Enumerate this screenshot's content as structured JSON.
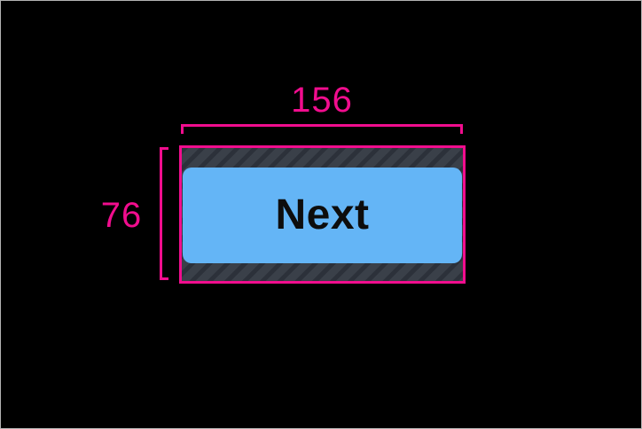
{
  "annotations": {
    "width": {
      "label": "156"
    },
    "height": {
      "label": "76"
    }
  },
  "button": {
    "label": "Next"
  },
  "colors": {
    "canvas_background": "#000000",
    "frame_border": "#b3b3b3",
    "annotation_pink": "#f10d8e",
    "button_fill": "#64b5f6",
    "button_text": "#0d0d0d",
    "hatch_base": "#3a4049",
    "hatch_stripe": "#2c313a"
  }
}
